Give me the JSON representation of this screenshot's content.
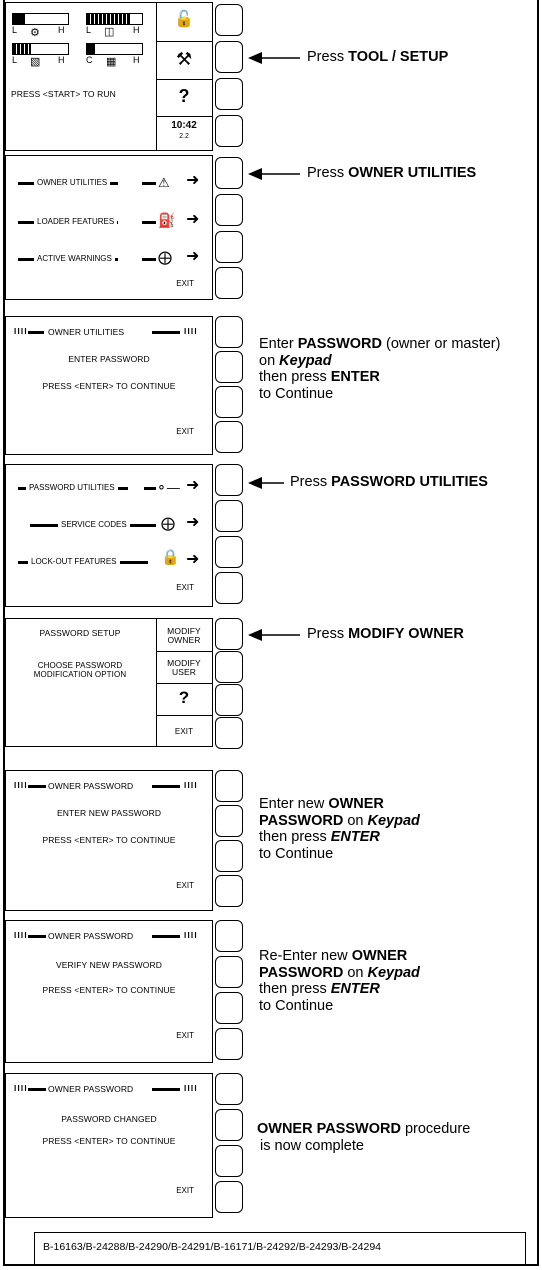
{
  "screen1": {
    "prompt": "PRESS <START> TO RUN",
    "gauge_labels": [
      {
        "left": "L",
        "right": "H"
      },
      {
        "left": "L",
        "right": "H"
      },
      {
        "left": "L",
        "right": "H"
      },
      {
        "left": "C",
        "right": "H"
      }
    ],
    "help": "?",
    "clock": "10:42",
    "clock_sub": "2.2",
    "note_prefix": "Press ",
    "note_bold": "TOOL / SETUP"
  },
  "screen2": {
    "items": [
      "OWNER UTILITIES",
      "LOADER FEATURES",
      "ACTIVE WARNINGS"
    ],
    "exit": "EXIT",
    "note_prefix": "Press ",
    "note_bold": "OWNER UTILITIES"
  },
  "screen3": {
    "header": "OWNER UTILITIES",
    "line1": "ENTER PASSWORD",
    "line2": "PRESS <ENTER> TO CONTINUE",
    "exit": "EXIT",
    "note": {
      "l1a": "Enter ",
      "l1b": "PASSWORD",
      "l1c": " (owner or master)",
      "l2a": " on ",
      "l2b": "Keypad",
      "l3a": " then press ",
      "l3b": "ENTER",
      "l4": " to Continue"
    }
  },
  "screen4": {
    "items": [
      "PASSWORD UTILITIES",
      "SERVICE CODES",
      "LOCK-OUT FEATURES"
    ],
    "exit": "EXIT",
    "note_prefix": "Press ",
    "note_bold": "PASSWORD UTILITIES"
  },
  "screen5": {
    "title": "PASSWORD SETUP",
    "line1": "CHOOSE PASSWORD",
    "line2": "MODIFICATION OPTION",
    "opt1a": "MODIFY",
    "opt1b": "OWNER",
    "opt2a": "MODIFY",
    "opt2b": "USER",
    "help": "?",
    "exit": "EXIT",
    "note_prefix": "Press ",
    "note_bold": "MODIFY OWNER"
  },
  "screen6": {
    "header": "OWNER PASSWORD",
    "line1": "ENTER NEW PASSWORD",
    "line2": "PRESS <ENTER> TO CONTINUE",
    "exit": "EXIT",
    "note": {
      "l1a": "Enter new ",
      "l1b": "OWNER",
      "l2a": " ",
      "l2b": "PASSWORD",
      "l2c": " on ",
      "l2d": "Keypad",
      "l3a": " then press ",
      "l3b": "ENTER",
      "l4": " to Continue"
    }
  },
  "screen7": {
    "header": "OWNER PASSWORD",
    "line1": "VERIFY NEW PASSWORD",
    "line2": "PRESS <ENTER> TO CONTINUE",
    "exit": "EXIT",
    "note": {
      "l1a": "Re-Enter new ",
      "l1b": "OWNER",
      "l2a": " ",
      "l2b": "PASSWORD",
      "l2c": " on ",
      "l2d": "Keypad",
      "l3a": " then press ",
      "l3b": "ENTER",
      "l4": " to Continue"
    }
  },
  "screen8": {
    "header": "OWNER PASSWORD",
    "line1": "PASSWORD CHANGED",
    "line2": "PRESS <ENTER> TO CONTINUE",
    "exit": "EXIT",
    "note": {
      "l1a": "OWNER PASSWORD",
      "l1b": " procedure",
      "l2": "is now complete"
    }
  },
  "footer": "B-16163/B-24288/B-24290/B-24291/B-16171/B-24292/B-24293/B-24294"
}
